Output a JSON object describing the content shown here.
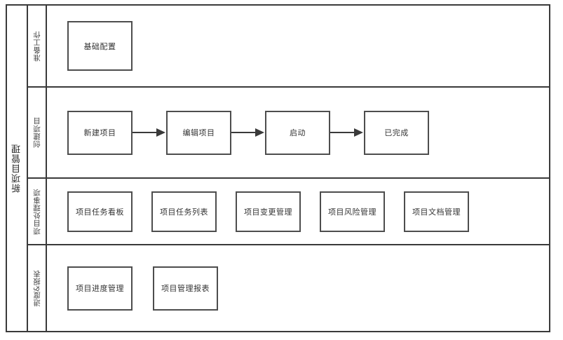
{
  "diagram": {
    "title": "新项目管理",
    "type": "flowchart-swimlane",
    "rows": [
      {
        "id": "preparation",
        "label": "准备工作",
        "nodes": [
          {
            "label": "基础配置"
          }
        ],
        "arrows": false
      },
      {
        "id": "create-project",
        "label": "创建项目",
        "nodes": [
          {
            "label": "新建项目"
          },
          {
            "label": "编辑项目"
          },
          {
            "label": "启动"
          },
          {
            "label": "已完成"
          }
        ],
        "arrows": true
      },
      {
        "id": "project-tasks",
        "label": "项目处理事项",
        "nodes": [
          {
            "label": "项目任务看板"
          },
          {
            "label": "项目任务列表"
          },
          {
            "label": "项目变更管理"
          },
          {
            "label": "项目风险管理"
          },
          {
            "label": "项目文档管理"
          }
        ],
        "arrows": false
      },
      {
        "id": "progress-reports",
        "label": "进度&报表",
        "nodes": [
          {
            "label": "项目进度管理"
          },
          {
            "label": "项目管理报表"
          }
        ],
        "arrows": false
      }
    ],
    "colors": {
      "frame_border": "#3a3a3a",
      "node_border": "#4d4d4d",
      "background": "#ffffff",
      "text": "#333333",
      "arrow": "#3a3a3a"
    }
  }
}
